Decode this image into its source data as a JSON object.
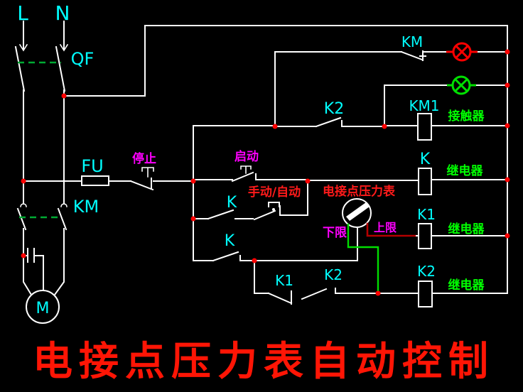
{
  "diagram": {
    "title": "电接点压力表自动控制",
    "labels": {
      "phase_l": "L",
      "phase_n": "N",
      "breaker": "QF",
      "fuse": "FU",
      "main_contactor": "KM",
      "motor": "M",
      "stop_button": "停止",
      "start_button": "启动",
      "mode_switch": "手动/自动",
      "gauge": "电接点压力表",
      "lower_limit": "下限",
      "upper_limit": "上限",
      "km_aux_contact": "KM",
      "k2_contact_top": "K2",
      "km1_coil": "KM1",
      "contactor_desc": "接触器",
      "k_coil": "K",
      "relay_desc": "继电器",
      "k_contact_mid": "K",
      "k_contact_low": "K",
      "k1_contact": "K1",
      "k2_contact_low": "K2",
      "k1_coil": "K1",
      "k2_coil": "K2"
    },
    "colors": {
      "background": "#000000",
      "wire": "#ffffff",
      "label_cyan": "#00ffff",
      "label_green": "#00ff00",
      "label_magenta": "#ff00ff",
      "label_red": "#ff1a1a",
      "title_red": "#ff1505",
      "junction_dot": "#ff0000",
      "lamp_red": "#ff0000",
      "lamp_green": "#00e000",
      "lower_limit_wire": "#00dd00",
      "upper_limit_wire": "#b40000",
      "mech_link_green": "#00aa33"
    }
  }
}
